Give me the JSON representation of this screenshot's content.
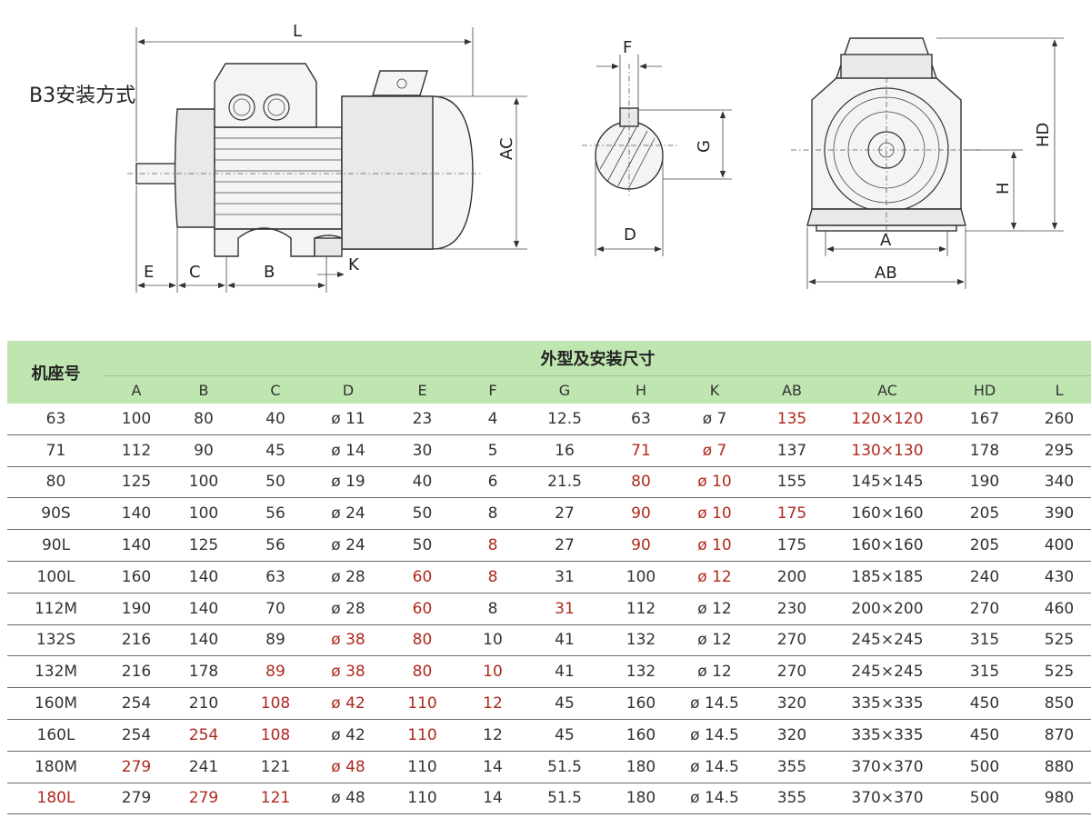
{
  "drawing": {
    "mount_title": "B3安装方式",
    "labels": {
      "L": "L",
      "AC": "AC",
      "E": "E",
      "C": "C",
      "B": "B",
      "K": "K",
      "F": "F",
      "G": "G",
      "D": "D",
      "HD": "HD",
      "H": "H",
      "A": "A",
      "AB": "AB"
    }
  },
  "table": {
    "seat_header": "机座号",
    "group_header": "外型及安装尺寸",
    "columns": [
      "A",
      "B",
      "C",
      "D",
      "E",
      "F",
      "G",
      "H",
      "K",
      "AB",
      "AC",
      "HD",
      "L"
    ],
    "rows": [
      [
        "63",
        "100",
        "80",
        "40",
        "ø 11",
        "23",
        "4",
        "12.5",
        "63",
        "ø 7",
        "135",
        "120×120",
        "167",
        "260"
      ],
      [
        "71",
        "112",
        "90",
        "45",
        "ø 14",
        "30",
        "5",
        "16",
        "71",
        "ø 7",
        "137",
        "130×130",
        "178",
        "295"
      ],
      [
        "80",
        "125",
        "100",
        "50",
        "ø 19",
        "40",
        "6",
        "21.5",
        "80",
        "ø 10",
        "155",
        "145×145",
        "190",
        "340"
      ],
      [
        "90S",
        "140",
        "100",
        "56",
        "ø 24",
        "50",
        "8",
        "27",
        "90",
        "ø 10",
        "175",
        "160×160",
        "205",
        "390"
      ],
      [
        "90L",
        "140",
        "125",
        "56",
        "ø 24",
        "50",
        "8",
        "27",
        "90",
        "ø 10",
        "175",
        "160×160",
        "205",
        "400"
      ],
      [
        "100L",
        "160",
        "140",
        "63",
        "ø 28",
        "60",
        "8",
        "31",
        "100",
        "ø 12",
        "200",
        "185×185",
        "240",
        "430"
      ],
      [
        "112M",
        "190",
        "140",
        "70",
        "ø 28",
        "60",
        "8",
        "31",
        "112",
        "ø 12",
        "230",
        "200×200",
        "270",
        "460"
      ],
      [
        "132S",
        "216",
        "140",
        "89",
        "ø 38",
        "80",
        "10",
        "41",
        "132",
        "ø 12",
        "270",
        "245×245",
        "315",
        "525"
      ],
      [
        "132M",
        "216",
        "178",
        "89",
        "ø 38",
        "80",
        "10",
        "41",
        "132",
        "ø 12",
        "270",
        "245×245",
        "315",
        "525"
      ],
      [
        "160M",
        "254",
        "210",
        "108",
        "ø 42",
        "110",
        "12",
        "45",
        "160",
        "ø 14.5",
        "320",
        "335×335",
        "450",
        "850"
      ],
      [
        "160L",
        "254",
        "254",
        "108",
        "ø 42",
        "110",
        "12",
        "45",
        "160",
        "ø 14.5",
        "320",
        "335×335",
        "450",
        "870"
      ],
      [
        "180M",
        "279",
        "241",
        "121",
        "ø 48",
        "110",
        "14",
        "51.5",
        "180",
        "ø 14.5",
        "355",
        "370×370",
        "500",
        "880"
      ],
      [
        "180L",
        "279",
        "279",
        "121",
        "ø 48",
        "110",
        "14",
        "51.5",
        "180",
        "ø 14.5",
        "355",
        "370×370",
        "500",
        "980"
      ]
    ],
    "red_cells": [
      [
        0,
        10
      ],
      [
        0,
        11
      ],
      [
        1,
        8
      ],
      [
        1,
        9
      ],
      [
        1,
        11
      ],
      [
        2,
        8
      ],
      [
        2,
        9
      ],
      [
        3,
        8
      ],
      [
        3,
        9
      ],
      [
        3,
        10
      ],
      [
        4,
        6
      ],
      [
        4,
        8
      ],
      [
        4,
        9
      ],
      [
        5,
        5
      ],
      [
        5,
        6
      ],
      [
        5,
        9
      ],
      [
        6,
        5
      ],
      [
        6,
        7
      ],
      [
        7,
        4
      ],
      [
        7,
        5
      ],
      [
        8,
        3
      ],
      [
        8,
        4
      ],
      [
        8,
        5
      ],
      [
        8,
        6
      ],
      [
        9,
        3
      ],
      [
        9,
        4
      ],
      [
        9,
        5
      ],
      [
        9,
        6
      ],
      [
        10,
        2
      ],
      [
        10,
        3
      ],
      [
        10,
        5
      ],
      [
        11,
        1
      ],
      [
        11,
        4
      ],
      [
        12,
        0
      ],
      [
        12,
        2
      ],
      [
        12,
        3
      ]
    ]
  }
}
